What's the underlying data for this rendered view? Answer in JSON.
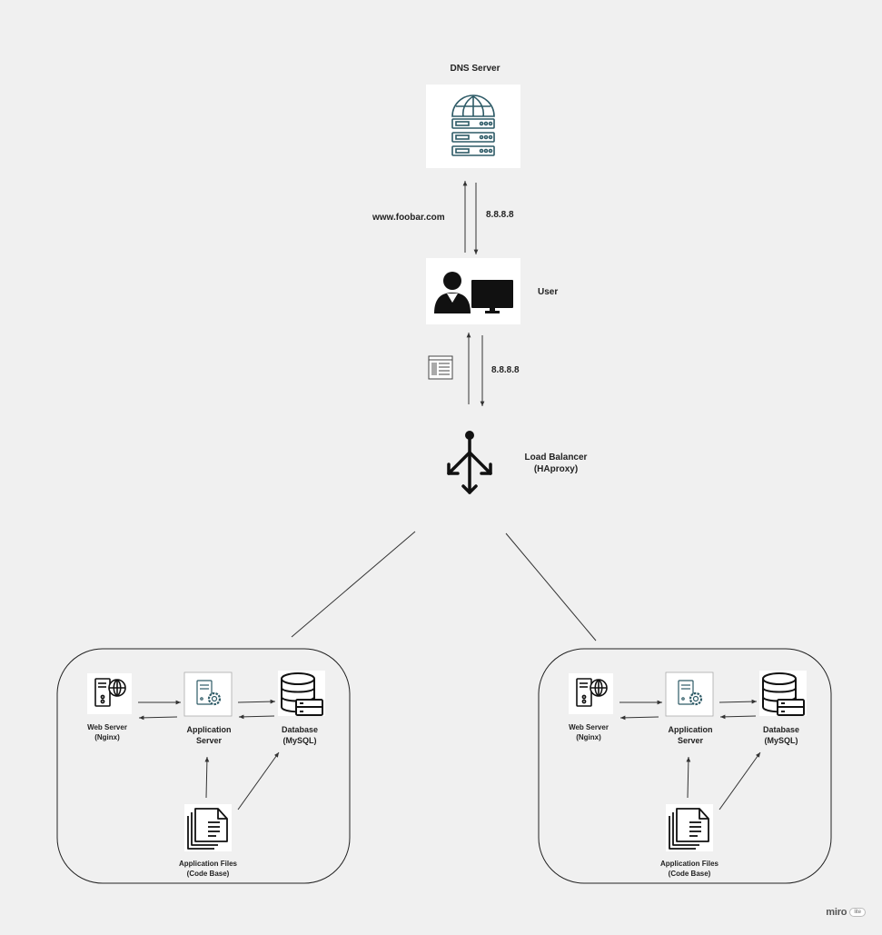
{
  "dns": {
    "title": "DNS Server",
    "icon": "dns-server-icon"
  },
  "links": {
    "request_domain": "www.foobar.com",
    "dns_response_ip": "8.8.8.8",
    "lb_ip": "8.8.8.8"
  },
  "user": {
    "label": "User",
    "icon": "user-computer-icon"
  },
  "load_balancer": {
    "line1": "Load Balancer",
    "line2": "(HAproxy)",
    "icon": "load-balancer-icon"
  },
  "clusters": [
    {
      "web_server": {
        "line1": "Web Server",
        "line2": "(Nginx)"
      },
      "app_server": {
        "line1": "Application",
        "line2": "Server"
      },
      "database": {
        "line1": "Database",
        "line2": "(MySQL)"
      },
      "app_files": {
        "line1": "Application Files",
        "line2": "(Code Base)"
      }
    },
    {
      "web_server": {
        "line1": "Web Server",
        "line2": "(Nginx)"
      },
      "app_server": {
        "line1": "Application",
        "line2": "Server"
      },
      "database": {
        "line1": "Database",
        "line2": "(MySQL)"
      },
      "app_files": {
        "line1": "Application Files",
        "line2": "(Code Base)"
      }
    }
  ],
  "branding": {
    "name": "miro",
    "plan": "lite"
  },
  "colors": {
    "background": "#f0f0f0",
    "icon_dark": "#1a1a1a",
    "icon_teal": "#2d5a66",
    "line": "#333333"
  }
}
